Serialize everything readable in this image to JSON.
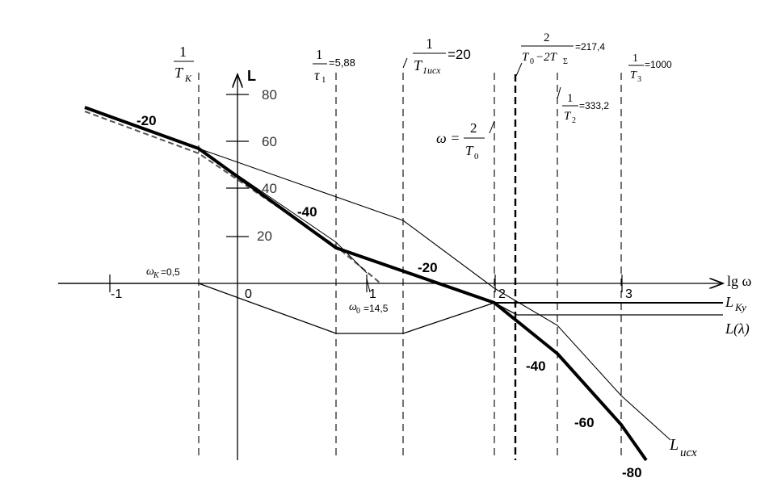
{
  "axes": {
    "y_label": "L",
    "x_label": "lg ω",
    "y_ticks": [
      "80",
      "60",
      "40",
      "20"
    ],
    "x_ticks": [
      "-1",
      "0",
      "1",
      "2",
      "3"
    ]
  },
  "verticals": {
    "tk_num": "1",
    "tk_den": "T",
    "tk_sub": "K",
    "tau_num": "1",
    "tau_den": "τ",
    "tau_sub": "1",
    "tau_val": "=5,88",
    "t1_num": "1",
    "t1_den": "T",
    "t1_sub": "1исх",
    "t1_val": "=20",
    "t0_num": "2",
    "t0_den_a": "T",
    "t0_den_a_sub": "0",
    "t0_den_b": "−2T",
    "t0_den_b_sub": "Σ",
    "t0_val": "=217,4",
    "omega_lhs": "ω =",
    "omega_num": "2",
    "omega_den": "T",
    "omega_den_sub": "0",
    "t2_num": "1",
    "t2_den": "T",
    "t2_sub": "2",
    "t2_val": "=333,2",
    "t3_num": "1",
    "t3_den": "T",
    "t3_sub": "3",
    "t3_val": "=1000"
  },
  "annotations": {
    "omega_k": "ω",
    "omega_k_sub": "K",
    "omega_k_val": "=0,5",
    "omega_0": "ω",
    "omega_0_sub": "0",
    "omega_0_val": "=14,5"
  },
  "slopes": {
    "s1": "-20",
    "s2": "-40",
    "s3": "-20",
    "s4": "-40",
    "s5": "-60",
    "s6": "-80"
  },
  "curve_labels": {
    "lky": "L",
    "lky_sub": "Ку",
    "llambda": "L(λ)",
    "lisx": "L",
    "lisx_sub": "исх"
  }
}
